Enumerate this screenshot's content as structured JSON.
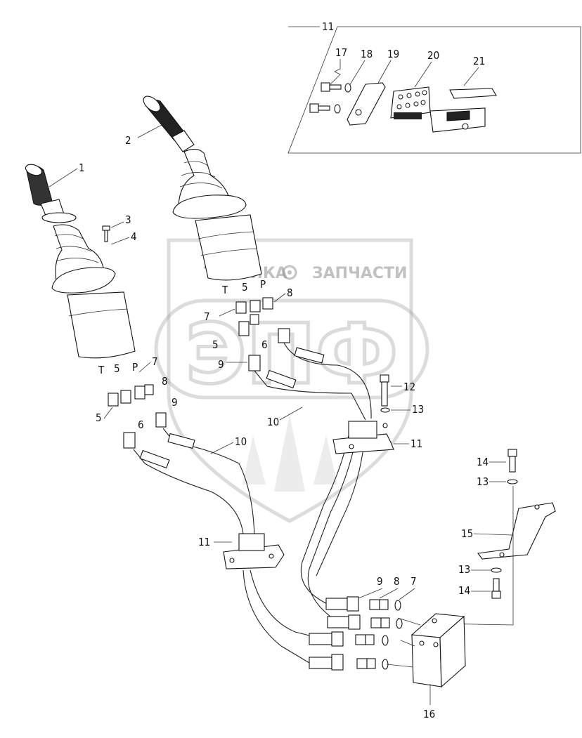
{
  "watermark": {
    "left_word": "ТЕХНИКА",
    "right_word": "ЗАПЧАСТИ",
    "emblem": "ЭПФ",
    "gear_icon": "gear-icon"
  },
  "inset": {
    "title_number": "11",
    "part_numbers": [
      "17",
      "18",
      "19",
      "20",
      "21"
    ]
  },
  "callouts": {
    "joystick_left": "1",
    "joystick_right": "2",
    "bolt_3": "3",
    "washer_4": "4",
    "fitting_5_left": "5",
    "fitting_6_left": "6",
    "ring_7_left": "7",
    "fitting_8_left": "8",
    "nut_9_left": "9",
    "hose_10_left": "10",
    "bracket_11_left": "11",
    "fitting_5_right": "5",
    "fitting_6_right": "6",
    "ring_7_right": "7",
    "fitting_8_right": "8",
    "nut_9_right": "9",
    "hose_10_right": "10",
    "bracket_11_right": "11",
    "bolt_12": "12",
    "washer_13_top": "13",
    "bolt_14_top": "14",
    "washer_13_mid": "13",
    "bracket_15": "15",
    "washer_13_low": "13",
    "bolt_14_low": "14",
    "block_16": "16",
    "nut_9_block": "9",
    "fitting_8_block": "8",
    "ring_7_block": "7"
  },
  "port_letters": {
    "left": [
      "T",
      "5",
      "P"
    ],
    "right": [
      "T",
      "5",
      "P"
    ]
  }
}
